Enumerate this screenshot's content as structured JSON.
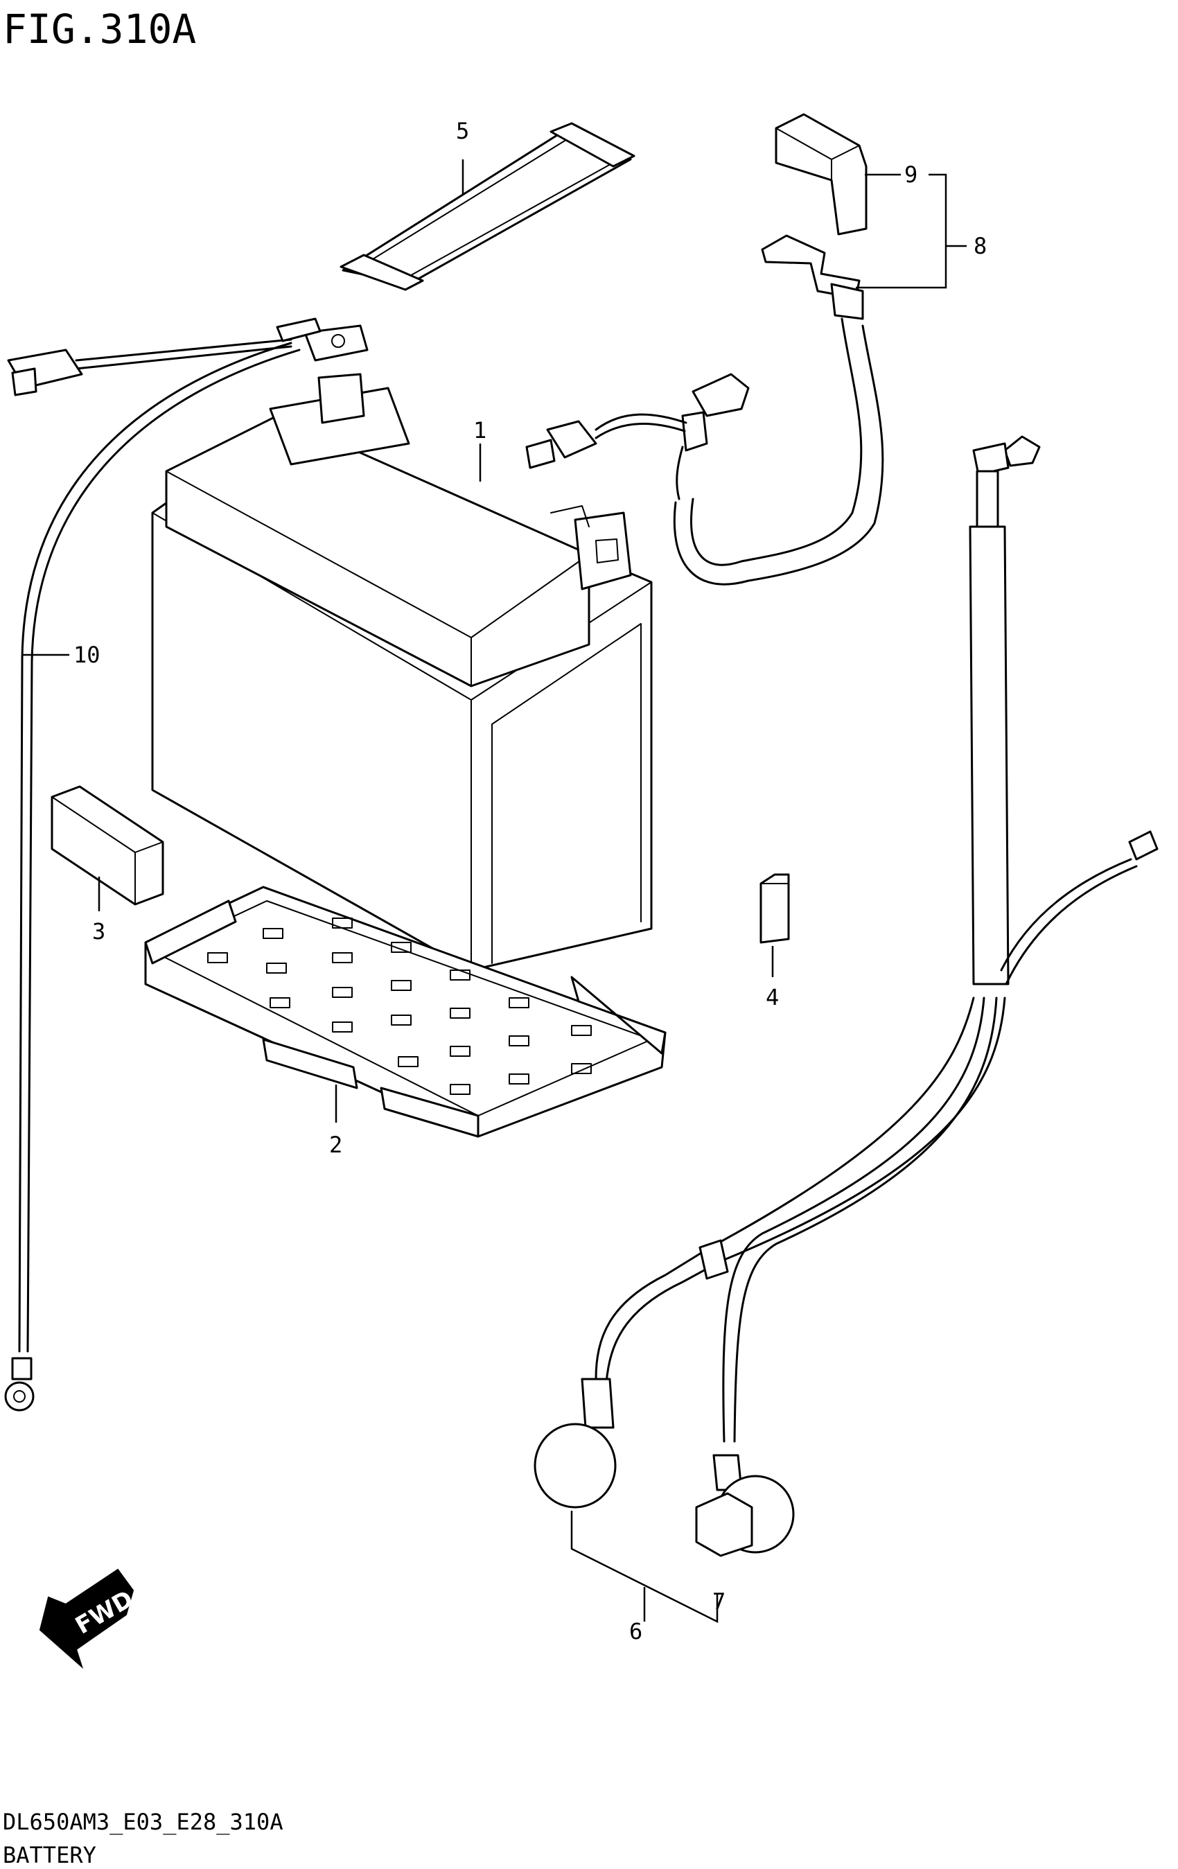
{
  "figure": {
    "title": "FIG.310A"
  },
  "callouts": [
    {
      "id": "1",
      "label": "1"
    },
    {
      "id": "2",
      "label": "2"
    },
    {
      "id": "3",
      "label": "3"
    },
    {
      "id": "4",
      "label": "4"
    },
    {
      "id": "5",
      "label": "5"
    },
    {
      "id": "6",
      "label": "6"
    },
    {
      "id": "7",
      "label": "7"
    },
    {
      "id": "8",
      "label": "8"
    },
    {
      "id": "9",
      "label": "9"
    },
    {
      "id": "10",
      "label": "10"
    }
  ],
  "direction_badge": {
    "label": "FWD"
  },
  "footer": {
    "code": "DL650AM3_E03_E28_310A",
    "name": "BATTERY"
  }
}
